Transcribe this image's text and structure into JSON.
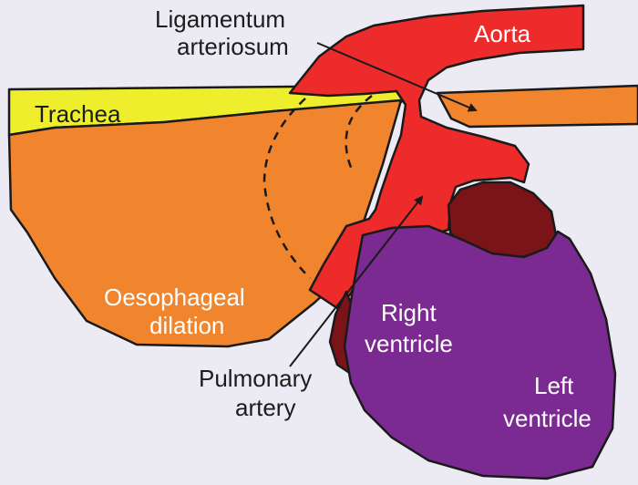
{
  "labels": {
    "ligamentum_line1": "Ligamentum",
    "ligamentum_line2": "arteriosum",
    "aorta": "Aorta",
    "trachea": "Trachea",
    "oesophageal_line1": "Oesophageal",
    "oesophageal_line2": "dilation",
    "right_ventricle_line1": "Right",
    "right_ventricle_line2": "ventricle",
    "pulmonary_line1": "Pulmonary",
    "pulmonary_line2": "artery",
    "left_ventricle_line1": "Left",
    "left_ventricle_line2": "ventricle"
  },
  "colors": {
    "background": "#ecebf3",
    "trachea": "#eeee2c",
    "oesophagus": "#f1852d",
    "artery": "#ee2b2b",
    "left_ventricle": "#7a2a90",
    "atrium": "#7b1418",
    "outline": "#1a1a1a"
  }
}
